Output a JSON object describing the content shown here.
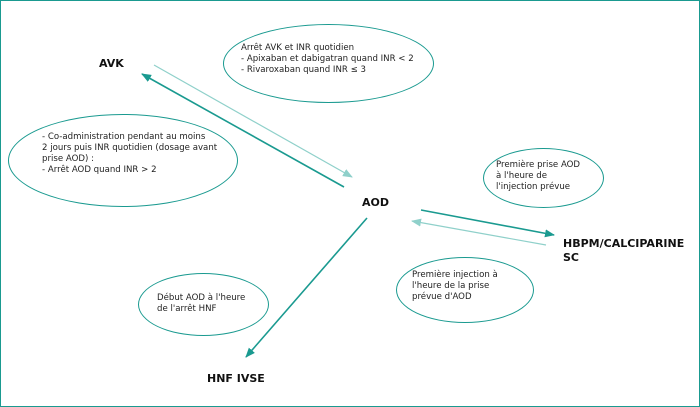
{
  "colors": {
    "accent": "#1a9a90",
    "accent_light": "#8fd0ca",
    "text": "#111111"
  },
  "nodes": {
    "avk": "AVK",
    "aod": "AOD",
    "hbpm_line1": "HBPM/CALCIPARINE",
    "hbpm_line2": "SC",
    "hnf": "HNF IVSE"
  },
  "notes": {
    "avk_to_aod": {
      "lines": [
        "Arrêt AVK et INR quotidien",
        "- Apixaban et dabigatran quand INR < 2",
        "- Rivaroxaban quand INR ≤ 3"
      ]
    },
    "aod_to_avk": {
      "lines": [
        "- Co-administration pendant au moins",
        "2 jours puis INR quotidien (dosage avant",
        "prise AOD) :",
        "- Arrêt AOD quand INR > 2"
      ]
    },
    "hbpm_to_aod": {
      "lines": [
        "Première prise AOD",
        "à l'heure de",
        "l'injection prévue"
      ]
    },
    "aod_to_hbpm": {
      "lines": [
        "Première injection à",
        "l'heure de la prise",
        "prévue  d'AOD"
      ]
    },
    "hnf_to_aod": {
      "lines": [
        "Début AOD à l'heure",
        "de l'arrêt HNF"
      ]
    }
  }
}
